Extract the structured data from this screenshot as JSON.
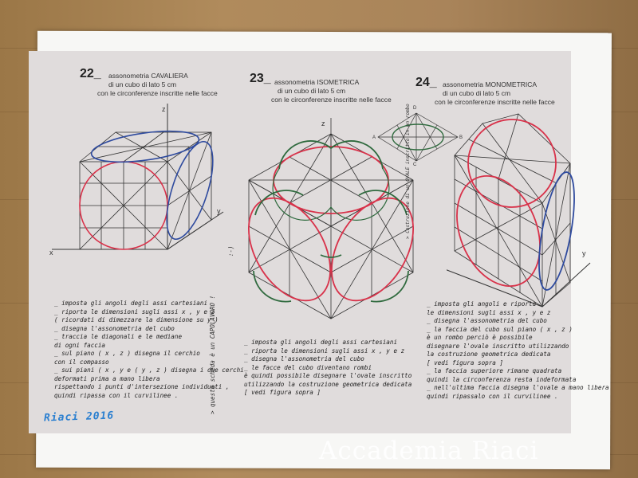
{
  "sections": [
    {
      "number": "22_",
      "title": [
        "assonometria CAVALIERA",
        "di un cubo di lato 5 cm",
        "con le circonferenze inscritte nelle facce"
      ],
      "axes": {
        "x": "x",
        "y": "y",
        "z": "z"
      },
      "text": [
        "_ imposta gli angoli degli assi cartesiani",
        "_ riporta le dimensioni sugli assi x , y e z",
        "( ricordati di dimezzare la dimensione su y )",
        "_ disegna l'assonometria del cubo",
        "_ traccia le diagonali e le mediane",
        "di ogni faccia",
        "_ sul piano ( x , z ) disegna il cerchio",
        "con il compasso",
        "_ sui piani ( x , y e ( y , z ) disegna i due cerchi",
        "deformati prima a mano libera",
        "rispettando i punti d'intersezione individuati ,",
        "quindi ripassa con il curvilinee ."
      ]
    },
    {
      "number": "23_",
      "title": [
        "assonometria ISOMETRICA",
        "di un cubo di lato 5 cm",
        "con le circonferenze inscritte nelle facce"
      ],
      "axes": {
        "z": "z"
      },
      "text": [
        "_ imposta gli angoli degli assi cartesiani",
        "_ riporta le dimensioni sugli assi x , y e z",
        "_ disegna l'assonometria del cubo",
        "_ le facce del cubo diventano rombi",
        "è quindi possibile disegnare l'ovale inscritto",
        "utilizzando la costruzione geometrica dedicata",
        "[ vedi figura sopra ]"
      ]
    },
    {
      "number": "24_",
      "title": [
        "assonometria MONOMETRICA",
        "di un cubo di lato 5 cm",
        "con le circonferenze inscritte nelle facce"
      ],
      "axes": {
        "y": "y"
      },
      "rhombus_labels": {
        "a": "A",
        "b": "B",
        "c": "C",
        "d": "D"
      },
      "side_note": "> Costruzione di un OVALE inscritto in un rombo",
      "text": [
        "_ imposta gli angoli e riporta",
        "le dimensioni sugli assi x , y e z",
        "_ disegna l'assonometria del cubo",
        "_ la faccia del cubo sul piano ( x , z )",
        "è un rombo perciò è possibile",
        "disegnare l'ovale inscritto utilizzando",
        "la costruzione geometrica dedicata",
        "[ vedi figura sopra ]",
        "_ la faccia superiore rimane quadrata",
        "quindi la circonferenza resta indeformata",
        "_ nell'ultima faccia disegna l'ovale a mano libera",
        "quindi ripassalo con il curvilinee ."
      ]
    }
  ],
  "vertical_note": "> questa scheda è un CAPOLAVORO !",
  "vertical_smiley": ":-)",
  "signature": "Riaci 2016",
  "watermark": "Accademia Riaci",
  "colors": {
    "red": "#d8324a",
    "blue": "#2e4a9e",
    "green": "#2f6a3e",
    "ink": "#333333"
  }
}
